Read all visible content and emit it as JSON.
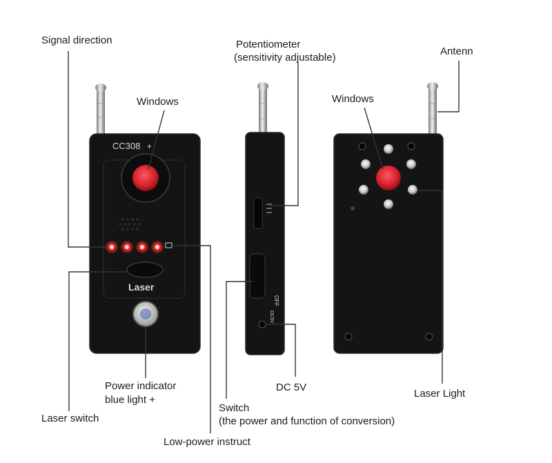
{
  "labels": {
    "signal_direction": "Signal direction",
    "windows_front": "Windows",
    "potentiometer_line1": "Potentiometer",
    "potentiometer_line2": "(sensitivity adjustable)",
    "antenn": "Antenn",
    "windows_back": "Windows",
    "power_indicator_line1": "Power indicator",
    "power_indicator_line2": "blue light +",
    "laser_switch": "Laser switch",
    "dc5v": "DC 5V",
    "switch_line1": "Switch",
    "switch_line2": "(the power and function of conversion)",
    "laser_light": "Laser Light",
    "low_power": "Low-power instruct"
  },
  "device_print": {
    "model": "CC308",
    "model_plus": "+",
    "laser": "Laser",
    "switch_off": "OFF",
    "dc_jack": "DC5V"
  },
  "colors": {
    "device_body": "#141414",
    "red_lens": "#d0202a",
    "led_red": "#ff2a2a",
    "leader_line": "#333333"
  }
}
